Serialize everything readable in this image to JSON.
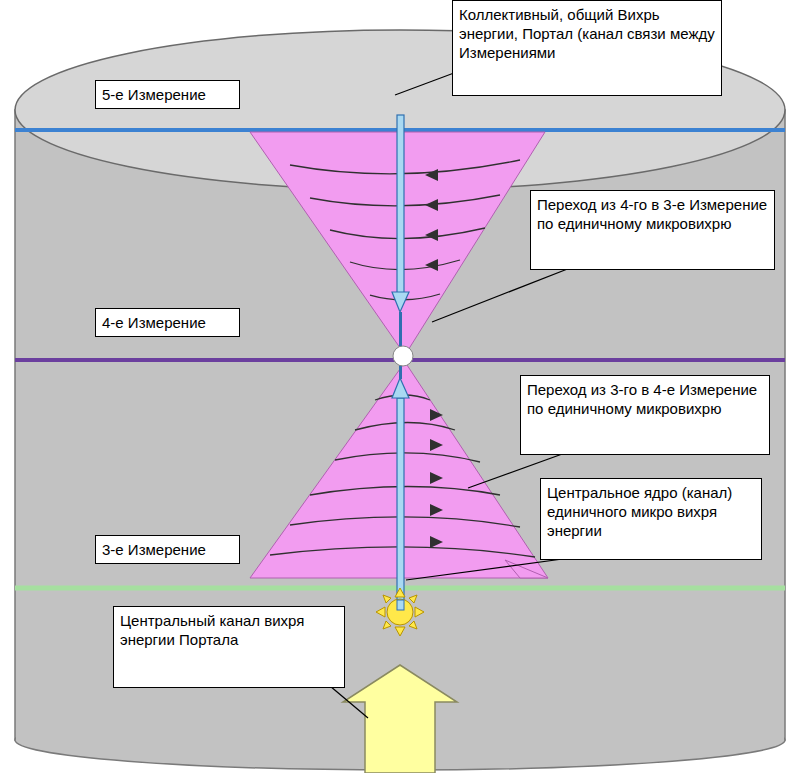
{
  "diagram": {
    "nodes": [
      {
        "text": [
          "Коллективный, общий Вихрь энергии, Портал (канал связи между Измерениями"
        ]
      },
      {
        "text": [
          "5-е Измерение"
        ]
      },
      {
        "text": [
          "Переход из 4-го в 3-е Измерение по единичному микровихрю"
        ]
      },
      {
        "text": [
          "4-е Измерение"
        ]
      },
      {
        "text": [
          "Переход из 3-го в 4-е Измерение по единичному микровихрю"
        ]
      },
      {
        "text": [
          "Центральное ядро (канал) единичного микро вихря энергии"
        ]
      },
      {
        "text": [
          "3-е Измерение"
        ]
      },
      {
        "text": [
          "Центральный канал вихря энергии Портала"
        ]
      }
    ]
  }
}
